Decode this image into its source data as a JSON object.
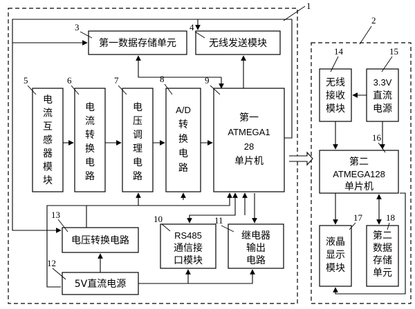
{
  "frames": {
    "left_number": "1",
    "right_number": "2"
  },
  "blocks": {
    "b3": {
      "number": "3",
      "label": "第一数据存储单元"
    },
    "b4": {
      "number": "4",
      "label": "无线发送模块"
    },
    "b5": {
      "number": "5",
      "lines": [
        "电",
        "流",
        "互",
        "感",
        "器",
        "模",
        "块"
      ]
    },
    "b6": {
      "number": "6",
      "lines": [
        "电",
        "流",
        "转",
        "换",
        "电",
        "路"
      ]
    },
    "b7": {
      "number": "7",
      "lines": [
        "电",
        "压",
        "调",
        "理",
        "电",
        "路"
      ]
    },
    "b8": {
      "number": "8",
      "lines": [
        "A/D",
        "转",
        "换",
        "电",
        "路"
      ]
    },
    "b9": {
      "number": "9",
      "lines": [
        "第一",
        "ATMEGA1",
        "28",
        "单片机"
      ]
    },
    "b10": {
      "number": "10",
      "lines": [
        "RS485",
        "通信接",
        "口模块"
      ]
    },
    "b11": {
      "number": "11",
      "lines": [
        "继电器",
        "输出",
        "电路"
      ]
    },
    "b12": {
      "number": "12",
      "label": "5V直流电源"
    },
    "b13": {
      "number": "13",
      "label": "电压转换电路"
    },
    "b14": {
      "number": "14",
      "lines": [
        "无线",
        "接收",
        "模块"
      ]
    },
    "b15": {
      "number": "15",
      "lines": [
        "3.3V",
        "直流",
        "电源"
      ]
    },
    "b16": {
      "number": "16",
      "lines": [
        "第二",
        "ATMEGA128",
        "单片机"
      ]
    },
    "b17": {
      "number": "17",
      "lines": [
        "液晶",
        "显示",
        "模块"
      ]
    },
    "b18": {
      "number": "18",
      "lines": [
        "第二",
        "数据",
        "存储",
        "单元"
      ]
    }
  },
  "colors": {
    "line": "#000000",
    "background": "#ffffff"
  }
}
